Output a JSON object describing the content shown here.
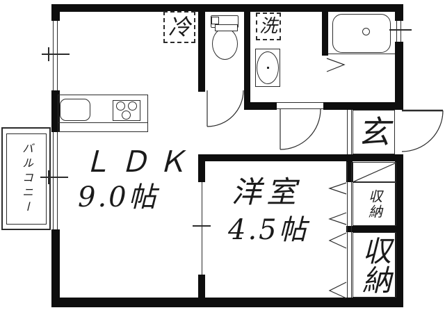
{
  "colors": {
    "ink": "#0e0e0e",
    "line": "#2b2b2b",
    "background": "#ffffff"
  },
  "floor_plan": {
    "rooms": {
      "ldk": {
        "label": "ＬＤＫ",
        "size": "9.0帖"
      },
      "western_room": {
        "label": "洋室",
        "size": "4.5帖"
      },
      "entrance": {
        "label": "玄"
      },
      "storage_upper": {
        "label": "収納"
      },
      "storage_lower": {
        "label": "収納"
      },
      "balcony": {
        "label": "バルコニー"
      }
    },
    "fixtures": {
      "refrigerator": {
        "label": "冷"
      },
      "washing_machine": {
        "label": "洗"
      }
    }
  }
}
